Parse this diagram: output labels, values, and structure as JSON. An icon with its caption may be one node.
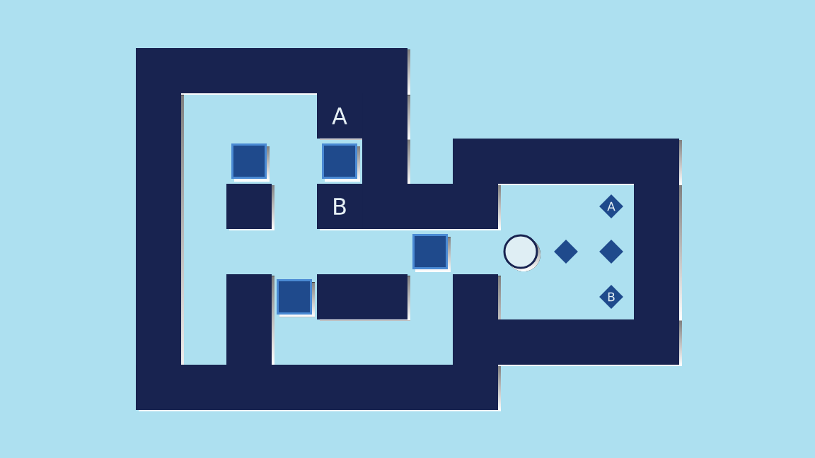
{
  "diagram": {
    "nodes": [
      {
        "text": [
          "A"
        ]
      },
      {
        "text": [],
        "shape": "box"
      },
      {
        "text": [],
        "shape": "box"
      },
      {
        "text": [
          "B"
        ]
      },
      {
        "text": [
          "A"
        ]
      },
      {
        "text": [],
        "shape": "box"
      },
      {
        "text": [],
        "shape": "circle"
      },
      {
        "text": [],
        "shape": "diamond"
      },
      {
        "text": [],
        "shape": "diamond"
      },
      {
        "text": [],
        "shape": "box"
      },
      {
        "text": [
          "B"
        ]
      }
    ]
  }
}
